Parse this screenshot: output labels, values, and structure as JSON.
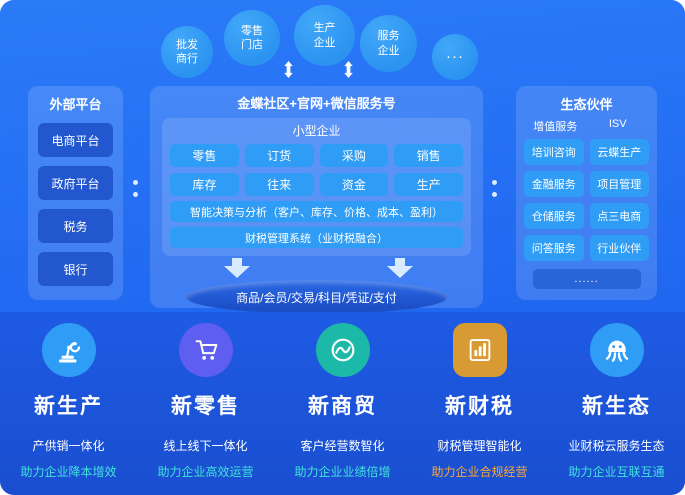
{
  "palette": {
    "bg_top": "#2472f5",
    "bg_bottom": "#1b51d2",
    "bubble_blue": "#2f9df6",
    "chip_blue": "#2f9df6",
    "chip_dark_blue": "#2257cf",
    "highlight_cyan": "#3fe3dc",
    "highlight_orange": "#f6a93b"
  },
  "top_bubbles": [
    {
      "label": "批发\n商行"
    },
    {
      "label": "零售\n门店"
    },
    {
      "label": "生产\n企业"
    },
    {
      "label": "服务\n企业"
    },
    {
      "label": "···"
    }
  ],
  "left_panel": {
    "title": "外部平台",
    "items": [
      "电商平台",
      "政府平台",
      "税务",
      "银行"
    ]
  },
  "center_panel": {
    "header": "金蝶社区+官网+微信服务号",
    "inner_title": "小型企业",
    "modules": [
      "零售",
      "订货",
      "采购",
      "销售",
      "库存",
      "往来",
      "资金",
      "生产"
    ],
    "decision_bar": "智能决策与分析（客户、库存、价格、成本、盈利）",
    "fiscal_bar": "财税管理系统（业财税融合）",
    "database_bar": "商品/会员/交易/科目/凭证/支付"
  },
  "right_panel": {
    "title": "生态伙伴",
    "column_headers": [
      "增值服务",
      "ISV"
    ],
    "value_added_services": [
      "培训咨询",
      "金融服务",
      "仓储服务",
      "问答服务"
    ],
    "isv_partners": [
      "云蝶生产",
      "项目管理",
      "点三电商",
      "行业伙伴"
    ],
    "more": "......"
  },
  "value_props": [
    {
      "title": "新生产",
      "desc": "产供销一体化",
      "benefit": "助力企业降本增效",
      "icon": "robot-arm-icon",
      "icon_bg": "#2f9df6",
      "benefit_color": "#3fe3dc"
    },
    {
      "title": "新零售",
      "desc": "线上线下一体化",
      "benefit": "助力企业高效运营",
      "icon": "shopping-cart-icon",
      "icon_bg": "#5e5ef0",
      "benefit_color": "#3fe3dc"
    },
    {
      "title": "新商贸",
      "desc": "客户经营数智化",
      "benefit": "助力企业业绩倍增",
      "icon": "trend-wave-icon",
      "icon_bg": "#1cb9a9",
      "benefit_color": "#3fe3dc"
    },
    {
      "title": "新财税",
      "desc": "财税管理智能化",
      "benefit": "助力企业合规经营",
      "icon": "bar-chart-icon",
      "icon_bg": "#d89a32",
      "benefit_color": "#f6a93b"
    },
    {
      "title": "新生态",
      "desc": "业财税云服务生态",
      "benefit": "助力企业互联互通",
      "icon": "octopus-icon",
      "icon_bg": "#2f9df6",
      "benefit_color": "#3fe3dc"
    }
  ]
}
